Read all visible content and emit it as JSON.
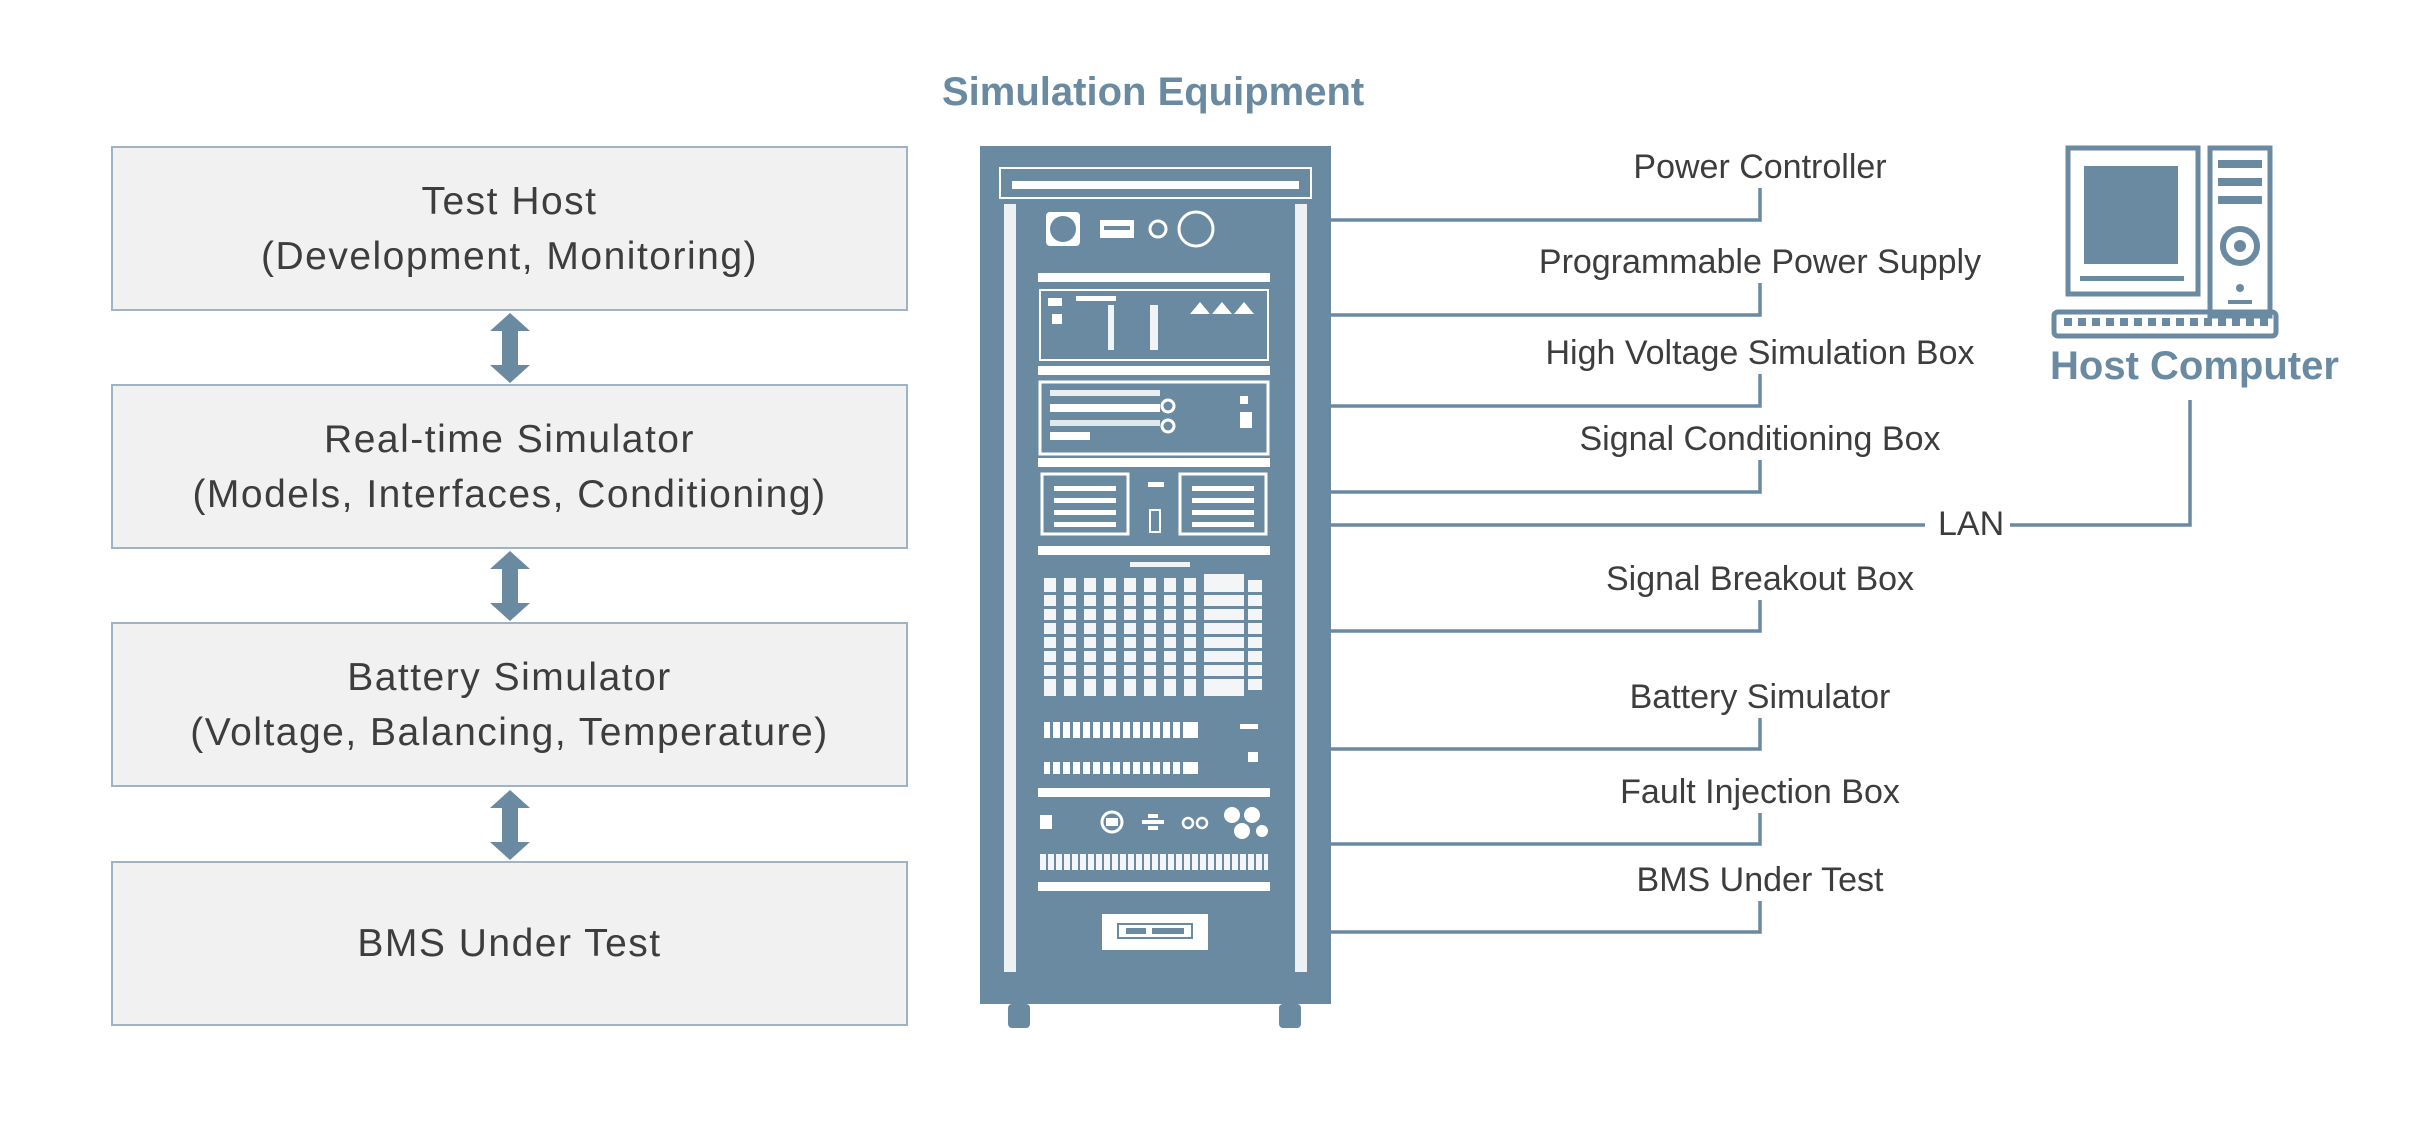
{
  "stack": [
    {
      "title": "Test Host",
      "subtitle": "(Development, Monitoring)"
    },
    {
      "title": "Real-time Simulator",
      "subtitle": "(Models, Interfaces, Conditioning)"
    },
    {
      "title": "Battery Simulator",
      "subtitle": "(Voltage, Balancing, Temperature)"
    },
    {
      "title": "BMS Under Test",
      "subtitle": ""
    }
  ],
  "rack_title": "Simulation Equipment",
  "equipment_labels": [
    "Power Controller",
    "Programmable Power Supply",
    "High Voltage Simulation Box",
    "Signal Conditioning Box",
    "Signal Breakout Box",
    "Battery Simulator",
    "Fault Injection Box",
    "BMS Under Test"
  ],
  "network_label": "LAN",
  "host_computer_label": "Host Computer",
  "colors": {
    "accent": "#6a8aa1",
    "rack": "#6a8aa1",
    "box_fill": "#f1f1f1",
    "box_border": "#9fb3c4",
    "text": "#3d3d3d"
  }
}
